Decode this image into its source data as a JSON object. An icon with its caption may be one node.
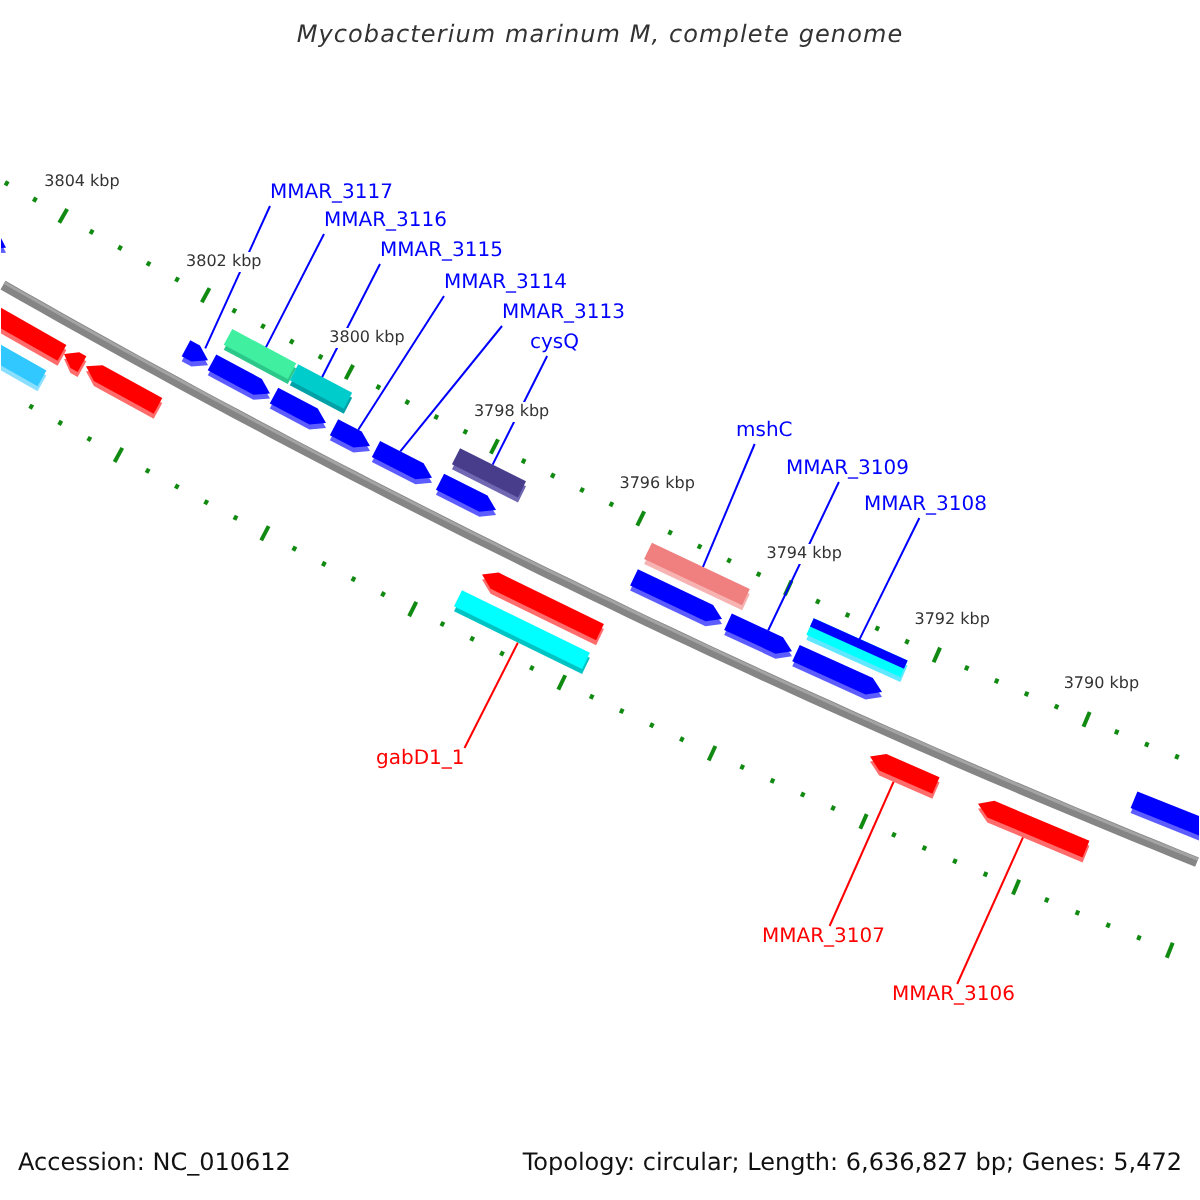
{
  "diagram": {
    "title": "Mycobacterium marinum M, complete genome",
    "nodes": [
      {
        "text": [
          "MMAR_3117"
        ]
      },
      {
        "text": [
          "MMAR_3116"
        ]
      },
      {
        "text": [
          "MMAR_3115"
        ]
      },
      {
        "text": [
          "MMAR_3114"
        ]
      },
      {
        "text": [
          "MMAR_3113"
        ]
      },
      {
        "text": [
          "cysQ"
        ]
      },
      {
        "text": [
          "mshC"
        ]
      },
      {
        "text": [
          "MMAR_3109"
        ]
      },
      {
        "text": [
          "MMAR_3108"
        ]
      },
      {
        "text": [
          "gabD1_1"
        ]
      },
      {
        "text": [
          "MMAR_3107"
        ]
      },
      {
        "text": [
          "MMAR_3106"
        ]
      },
      {
        "text": [],
        "shape": "pentagon"
      },
      {
        "text": [],
        "shape": "pentagon"
      },
      {
        "text": [],
        "shape": "bar"
      },
      {
        "text": [],
        "shape": "pentagon"
      },
      {
        "text": [],
        "shape": "pentagon"
      },
      {
        "text": [],
        "shape": "pentagon"
      },
      {
        "text": [],
        "shape": "pentagon"
      },
      {
        "text": [],
        "shape": "bar"
      },
      {
        "text": [],
        "shape": "pentagon"
      },
      {
        "text": [],
        "shape": "bar"
      },
      {
        "text": [],
        "shape": "pentagon"
      },
      {
        "text": [],
        "shape": "pentagon"
      },
      {
        "text": [],
        "shape": "pentagon"
      },
      {
        "text": [],
        "shape": "bar"
      },
      {
        "text": [],
        "shape": "bar"
      },
      {
        "text": [],
        "shape": "pentagon"
      },
      {
        "text": [],
        "shape": "pentagon"
      },
      {
        "text": [],
        "shape": "bar"
      },
      {
        "text": [],
        "shape": "pentagon"
      },
      {
        "text": [],
        "shape": "pentagon"
      },
      {
        "text": [],
        "shape": "bar"
      },
      {
        "text": [],
        "shape": "pentagon"
      },
      {
        "text": [],
        "shape": "pentagon"
      },
      {
        "text": [],
        "shape": "pentagon"
      }
    ],
    "edges": [
      {
        "from": 0,
        "to": 17,
        "arrow": "none"
      },
      {
        "from": 1,
        "to": 19,
        "arrow": "none"
      },
      {
        "from": 2,
        "to": 21,
        "arrow": "none"
      },
      {
        "from": 3,
        "to": 22,
        "arrow": "none"
      },
      {
        "from": 4,
        "to": 23,
        "arrow": "none"
      },
      {
        "from": 5,
        "to": 25,
        "arrow": "none"
      },
      {
        "from": 6,
        "to": 29,
        "arrow": "none"
      },
      {
        "from": 7,
        "to": 30,
        "arrow": "none"
      },
      {
        "from": 8,
        "to": 32,
        "arrow": "none"
      },
      {
        "from": 9,
        "to": 26,
        "arrow": "none",
        "color": "#ff0000"
      },
      {
        "from": 10,
        "to": 33,
        "arrow": "none",
        "color": "#ff0000"
      },
      {
        "from": 11,
        "to": 34,
        "arrow": "none",
        "color": "#ff0000"
      }
    ],
    "labels": [
      "3804 kbp",
      "3802 kbp",
      "3800 kbp",
      "3798 kbp",
      "3796 kbp",
      "3794 kbp",
      "3792 kbp",
      "3790 kbp",
      "Accession: NC_010612",
      "Topology: circular; Length: 6,636,827 bp; Genes: 5,472"
    ]
  }
}
